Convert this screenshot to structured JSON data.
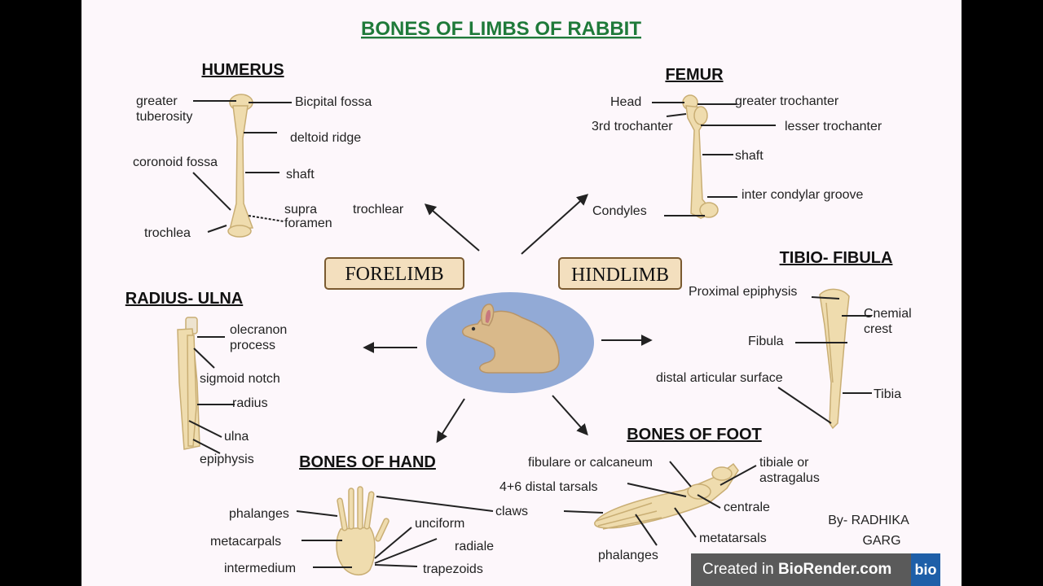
{
  "title": "BONES OF LIMBS OF RABBIT",
  "forelimb_label": "FORELIMB",
  "hindlimb_label": "HINDLIMB",
  "author": [
    "By- RADHIKA",
    "GARG"
  ],
  "watermark": {
    "prefix": "Created in ",
    "brand": "BioRender.com",
    "logo": "bio"
  },
  "humerus": {
    "heading": "HUMERUS",
    "labels": {
      "greater_tuberosity": [
        "greater",
        "tuberosity"
      ],
      "bicipital_fossa": "Bicpital fossa",
      "deltoid_ridge": "deltoid ridge",
      "coronoid_fossa": "coronoid fossa",
      "shaft": "shaft",
      "supra_foramen": [
        "supra",
        "foramen"
      ],
      "trochlear": "trochlear",
      "trochlea": "trochlea"
    }
  },
  "femur": {
    "heading": "FEMUR",
    "labels": {
      "head": "Head",
      "greater_trochanter": "greater trochanter",
      "third_trochanter": "3rd trochanter",
      "lesser_trochanter": "lesser trochanter",
      "shaft": "shaft",
      "inter_condylar_groove": "inter condylar groove",
      "condyles": "Condyles"
    }
  },
  "radius_ulna": {
    "heading": "RADIUS- ULNA",
    "labels": {
      "olecranon_process": [
        "olecranon",
        "process"
      ],
      "sigmoid_notch": "sigmoid notch",
      "radius": "radius",
      "ulna": "ulna",
      "epiphysis": "epiphysis"
    }
  },
  "tibio_fibula": {
    "heading": "TIBIO- FIBULA",
    "labels": {
      "proximal_epiphysis": "Proximal epiphysis",
      "cnemial_crest": [
        "Cnemial",
        "crest"
      ],
      "fibula": "Fibula",
      "distal_articular_surface": "distal articular surface",
      "tibia": "Tibia"
    }
  },
  "hand": {
    "heading": "BONES OF HAND",
    "labels": {
      "phalanges": "phalanges",
      "claws": "claws",
      "unciform": "unciform",
      "metacarpals": "metacarpals",
      "radiale": "radiale",
      "intermedium": "intermedium",
      "trapezoids": "trapezoids"
    }
  },
  "foot": {
    "heading": "BONES OF FOOT",
    "labels": {
      "fibulare": "fibulare or calcaneum",
      "tibiale": [
        "tibiale or",
        "astragalus"
      ],
      "distal_tarsals": "4+6 distal tarsals",
      "centrale": "centrale",
      "metatarsals": "metatarsals",
      "phalanges": "phalanges"
    }
  },
  "colors": {
    "title": "#1f7a3a",
    "oval": "#92aad6",
    "bone": "#efdcae",
    "box": "#f3dfbe"
  }
}
